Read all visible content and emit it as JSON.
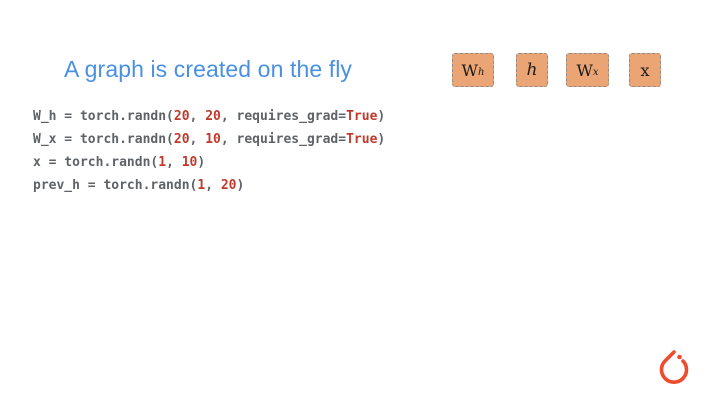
{
  "slide": {
    "title": "A graph is created on the fly"
  },
  "graph_nodes": [
    {
      "base": "W",
      "sub": "h"
    },
    {
      "label": "h"
    },
    {
      "base": "W",
      "sub": "x"
    },
    {
      "label": "x"
    }
  ],
  "code_lines": [
    [
      {
        "t": "W_h = torch.randn(",
        "c": "plain"
      },
      {
        "t": "20",
        "c": "num"
      },
      {
        "t": ", ",
        "c": "plain"
      },
      {
        "t": "20",
        "c": "num"
      },
      {
        "t": ", requires_grad=",
        "c": "plain"
      },
      {
        "t": "True",
        "c": "kw"
      },
      {
        "t": ")",
        "c": "plain"
      }
    ],
    [
      {
        "t": "W_x = torch.randn(",
        "c": "plain"
      },
      {
        "t": "20",
        "c": "num"
      },
      {
        "t": ", ",
        "c": "plain"
      },
      {
        "t": "10",
        "c": "num"
      },
      {
        "t": ", requires_grad=",
        "c": "plain"
      },
      {
        "t": "True",
        "c": "kw"
      },
      {
        "t": ")",
        "c": "plain"
      }
    ],
    [
      {
        "t": "x = torch.randn(",
        "c": "plain"
      },
      {
        "t": "1",
        "c": "num"
      },
      {
        "t": ", ",
        "c": "plain"
      },
      {
        "t": "10",
        "c": "num"
      },
      {
        "t": ")",
        "c": "plain"
      }
    ],
    [
      {
        "t": "prev_h = torch.randn(",
        "c": "plain"
      },
      {
        "t": "1",
        "c": "num"
      },
      {
        "t": ", ",
        "c": "plain"
      },
      {
        "t": "20",
        "c": "num"
      },
      {
        "t": ")",
        "c": "plain"
      }
    ]
  ],
  "logo": {
    "icon": "pytorch-logo-icon",
    "color": "#ee4c2c"
  },
  "colors": {
    "title": "#4a90e2",
    "node_fill": "#eba574",
    "code_text": "#5f6368",
    "code_literal": "#c0392b"
  }
}
